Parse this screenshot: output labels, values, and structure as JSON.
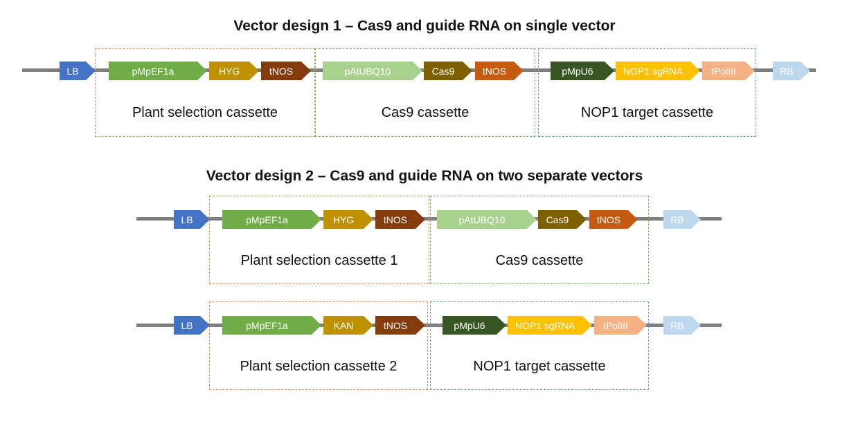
{
  "design1": {
    "title": "Vector design 1 – Cas9 and guide RNA on single vector",
    "parts": [
      {
        "key": "lb",
        "label": "LB",
        "color": "#4472c4"
      },
      {
        "key": "pmpef1a",
        "label": "pMpEF1a",
        "color": "#70ad47"
      },
      {
        "key": "hyg",
        "label": "HYG",
        "color": "#bf9000"
      },
      {
        "key": "tnos1",
        "label": "tNOS",
        "color": "#843c0c"
      },
      {
        "key": "patubq10",
        "label": "pAtUBQ10",
        "color": "#a9d18e"
      },
      {
        "key": "cas9",
        "label": "Cas9",
        "color": "#7f6000"
      },
      {
        "key": "tnos2",
        "label": "tNOS",
        "color": "#c55a11"
      },
      {
        "key": "pmpu6",
        "label": "pMpU6",
        "color": "#375623"
      },
      {
        "key": "nop1-sgrna",
        "label": "NOP1 sgRNA",
        "color": "#ffc000"
      },
      {
        "key": "tpoliii",
        "label": "tPolIII",
        "color": "#f4b183"
      },
      {
        "key": "rb",
        "label": "RB",
        "color": "#bdd7ee"
      }
    ],
    "cassettes": [
      {
        "key": "plant",
        "label": "Plant selection cassette"
      },
      {
        "key": "cas9",
        "label": "Cas9 cassette"
      },
      {
        "key": "target",
        "label": "NOP1 target cassette"
      }
    ]
  },
  "design2": {
    "title": "Vector design 2 – Cas9 and guide RNA on two separate vectors",
    "vectorA": {
      "parts": [
        {
          "key": "lb",
          "label": "LB",
          "color": "#4472c4"
        },
        {
          "key": "pmpef1a",
          "label": "pMpEF1a",
          "color": "#70ad47"
        },
        {
          "key": "hyg",
          "label": "HYG",
          "color": "#bf9000"
        },
        {
          "key": "tnos1",
          "label": "tNOS",
          "color": "#843c0c"
        },
        {
          "key": "patubq10",
          "label": "pAtUBQ10",
          "color": "#a9d18e"
        },
        {
          "key": "cas9",
          "label": "Cas9",
          "color": "#7f6000"
        },
        {
          "key": "tnos2",
          "label": "tNOS",
          "color": "#c55a11"
        },
        {
          "key": "rb",
          "label": "RB",
          "color": "#bdd7ee"
        }
      ],
      "cassettes": [
        {
          "key": "plant",
          "label": "Plant selection cassette 1"
        },
        {
          "key": "cas9",
          "label": "Cas9 cassette"
        }
      ]
    },
    "vectorB": {
      "parts": [
        {
          "key": "lb",
          "label": "LB",
          "color": "#4472c4"
        },
        {
          "key": "pmpef1a",
          "label": "pMpEF1a",
          "color": "#70ad47"
        },
        {
          "key": "kan",
          "label": "KAN",
          "color": "#bf9000"
        },
        {
          "key": "tnos",
          "label": "tNOS",
          "color": "#843c0c"
        },
        {
          "key": "pmpu6",
          "label": "pMpU6",
          "color": "#375623"
        },
        {
          "key": "nop1-sgrna",
          "label": "NOP1 sgRNA",
          "color": "#ffc000"
        },
        {
          "key": "tpoliii",
          "label": "tPolIII",
          "color": "#f4b183"
        },
        {
          "key": "rb",
          "label": "RB",
          "color": "#bdd7ee"
        }
      ],
      "cassettes": [
        {
          "key": "plant",
          "label": "Plant selection cassette 2"
        },
        {
          "key": "target",
          "label": "NOP1 target cassette"
        }
      ]
    }
  }
}
